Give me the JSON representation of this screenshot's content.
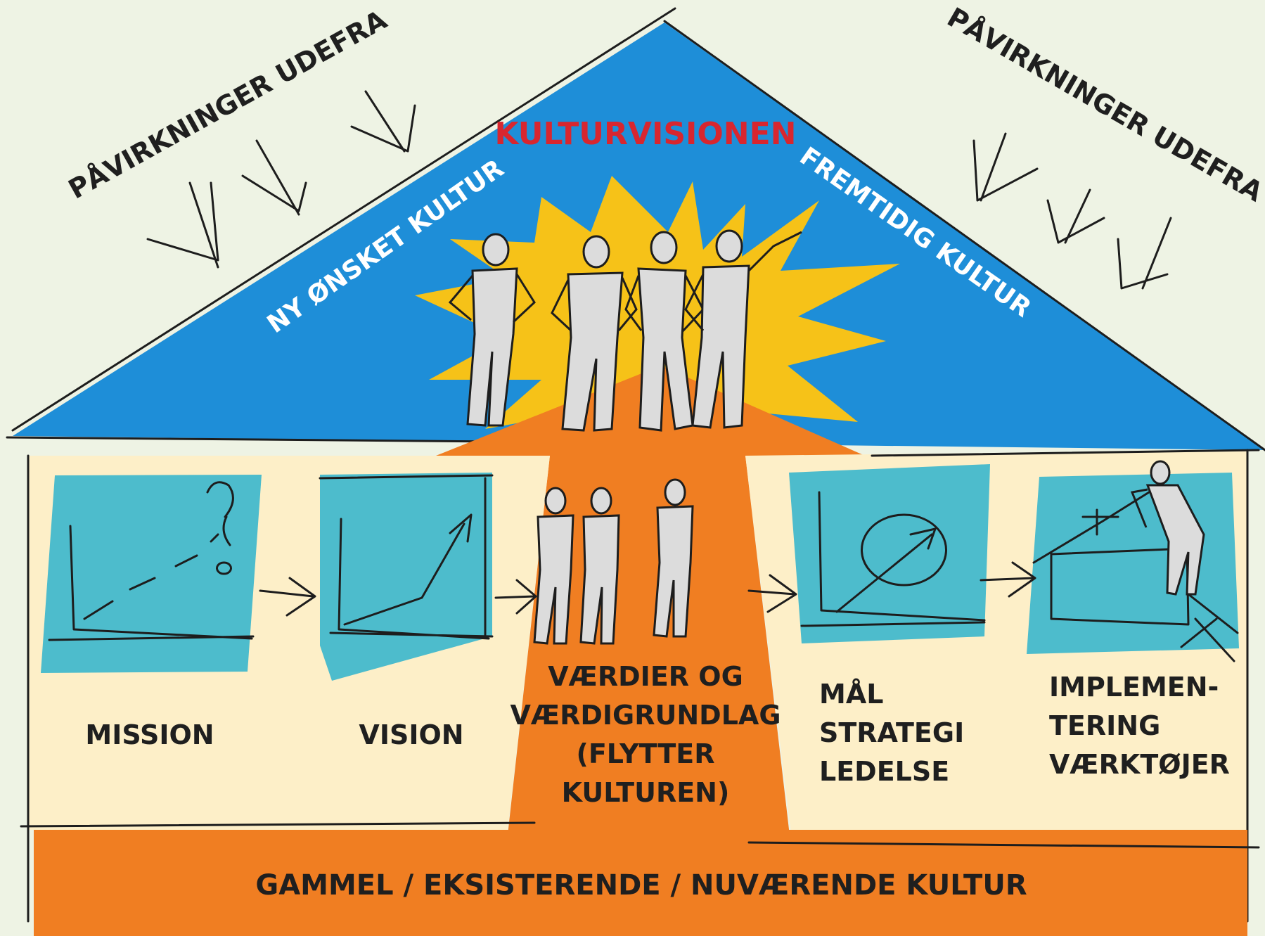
{
  "roof": {
    "title": "KULTURVISIONEN",
    "left_slope": "NY ØNSKET KULTUR",
    "right_slope": "FREMTIDIG KULTUR"
  },
  "influences": {
    "left": "PÅVIRKNINGER UDEFRA",
    "right": "PÅVIRKNINGER UDEFRA"
  },
  "boxes": {
    "mission": "MISSION",
    "vision": "VISION",
    "values": [
      "VÆRDIER OG",
      "VÆRDIGRUNDLAG",
      "(FLYTTER",
      "KULTUREN)"
    ],
    "goals": [
      "MÅL",
      "STRATEGI",
      "LEDELSE"
    ],
    "implementation": [
      "IMPLEMEN-",
      "TERING",
      "VÆRKTØJER"
    ]
  },
  "foundation": {
    "label": "GAMMEL / EKSISTERENDE / NUVÆRENDE KULTUR"
  },
  "colors": {
    "roof_blue": "#1e8ed8",
    "starburst": "#f6c218",
    "orange": "#f07e22",
    "cream": "#fdefc8",
    "teal": "#4dbccc",
    "figure_grey": "#dcdcdc",
    "title_red": "#d8262f"
  }
}
